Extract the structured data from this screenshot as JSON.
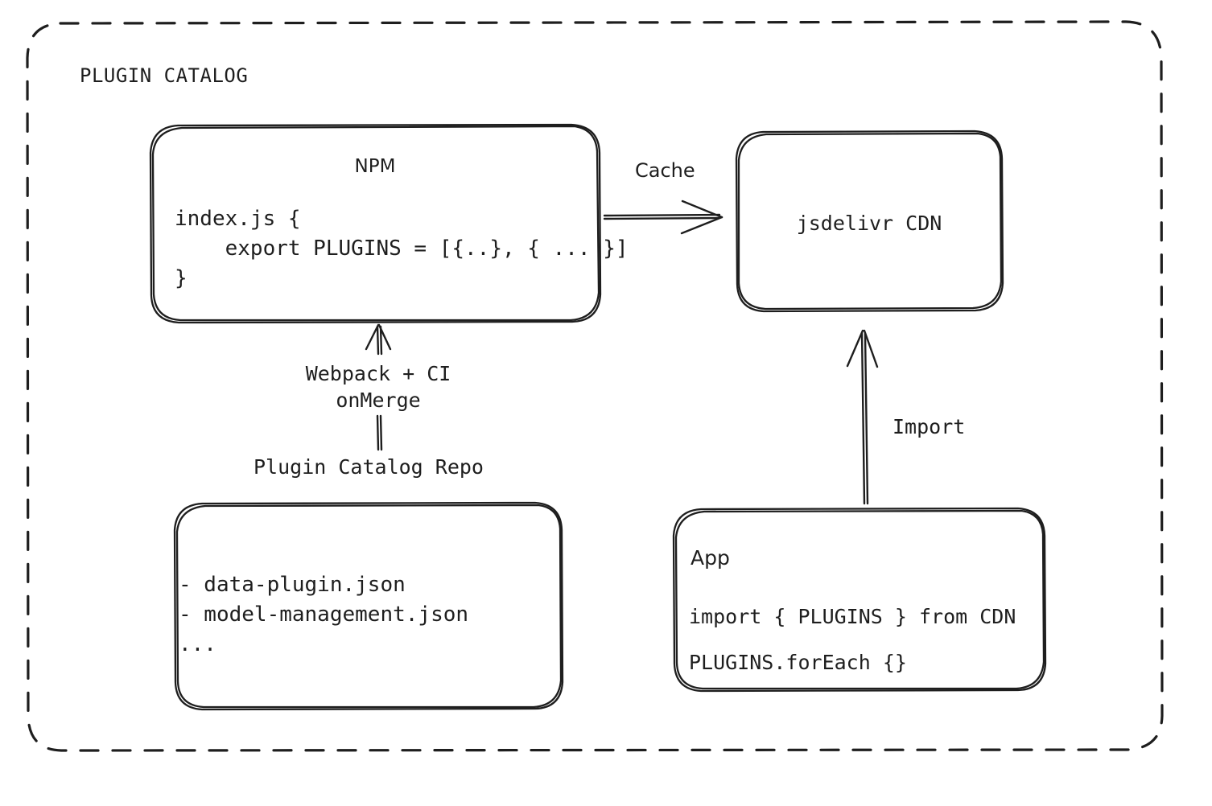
{
  "diagram": {
    "title": "PLUGIN CATALOG",
    "background": "#ffffff",
    "stroke_color": "#1e1e1e",
    "style": "hand-drawn"
  },
  "nodes": {
    "npm": {
      "title": "NPM",
      "code_lines": [
        "index.js {",
        "    export PLUGINS = [{..}, { ... }]",
        "}"
      ],
      "code_text": "index.js {\n    export PLUGINS = [{..}, { ... }]\n}"
    },
    "cdn": {
      "title": "jsdelivr CDN"
    },
    "repo": {
      "caption": "Plugin Catalog Repo",
      "file_lines": [
        "- data-plugin.json",
        "- model-management.json",
        "..."
      ],
      "files_text": "- data-plugin.json\n- model-management.json\n..."
    },
    "app": {
      "title": "App",
      "code_lines": [
        "import { PLUGINS } from CDN",
        "PLUGINS.forEach {}"
      ],
      "code_text": "import { PLUGINS } from CDN\nPLUGINS.forEach {}"
    }
  },
  "edges": {
    "npm_to_cdn": {
      "label": "Cache",
      "from": "npm",
      "to": "cdn",
      "direction": "right"
    },
    "repo_to_npm": {
      "label_lines": [
        "Webpack + CI",
        "onMerge"
      ],
      "label_text": "Webpack + CI\nonMerge",
      "from": "repo",
      "to": "npm",
      "direction": "up"
    },
    "app_to_cdn": {
      "label": "Import",
      "from": "app",
      "to": "cdn",
      "direction": "up"
    }
  }
}
